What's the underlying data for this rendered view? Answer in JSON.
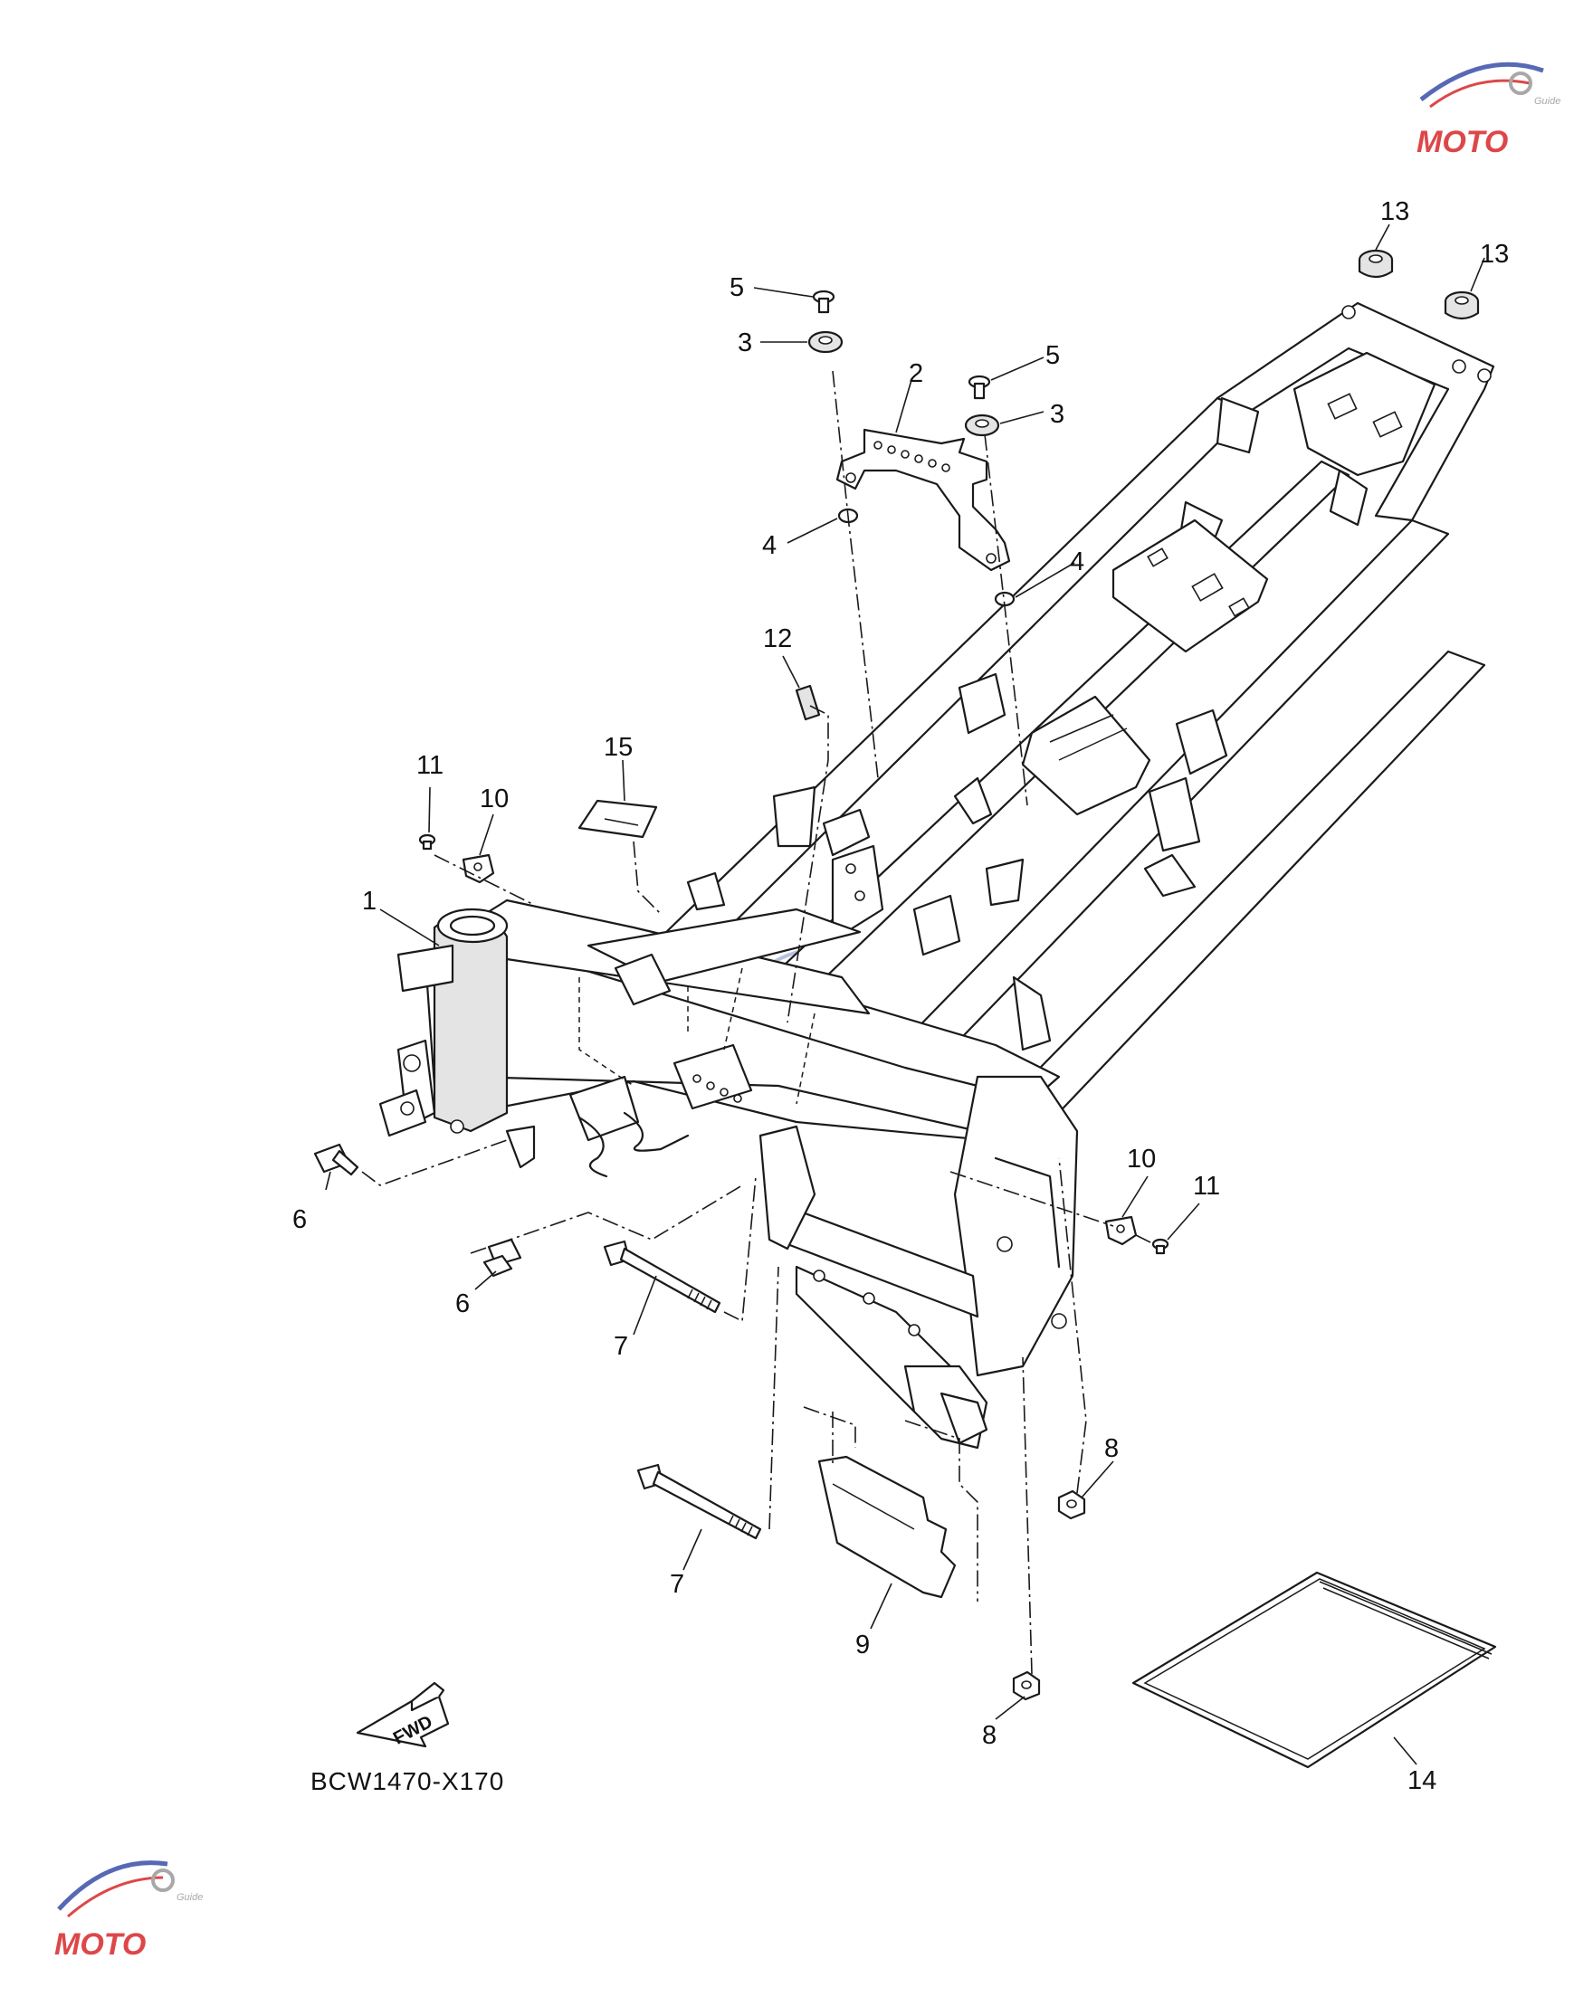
{
  "diagram": {
    "drawing_code": "BCW1470-X170",
    "fwd_label": "FWD",
    "callouts": [
      {
        "id": "c13a",
        "text": "13"
      },
      {
        "id": "c13b",
        "text": "13"
      },
      {
        "id": "c5a",
        "text": "5"
      },
      {
        "id": "c3a",
        "text": "3"
      },
      {
        "id": "c2",
        "text": "2"
      },
      {
        "id": "c5b",
        "text": "5"
      },
      {
        "id": "c3b",
        "text": "3"
      },
      {
        "id": "c4a",
        "text": "4"
      },
      {
        "id": "c4b",
        "text": "4"
      },
      {
        "id": "c12",
        "text": "12"
      },
      {
        "id": "c15",
        "text": "15"
      },
      {
        "id": "c11a",
        "text": "11"
      },
      {
        "id": "c10a",
        "text": "10"
      },
      {
        "id": "c1",
        "text": "1"
      },
      {
        "id": "c6a",
        "text": "6"
      },
      {
        "id": "c6b",
        "text": "6"
      },
      {
        "id": "c7a",
        "text": "7"
      },
      {
        "id": "c10b",
        "text": "10"
      },
      {
        "id": "c11b",
        "text": "11"
      },
      {
        "id": "c8a",
        "text": "8"
      },
      {
        "id": "c7b",
        "text": "7"
      },
      {
        "id": "c9",
        "text": "9"
      },
      {
        "id": "c8b",
        "text": "8"
      },
      {
        "id": "c14",
        "text": "14"
      }
    ]
  },
  "watermark": {
    "brand": "MOTO",
    "sub": "Guide",
    "colors": {
      "red": "#d8282a",
      "blue": "#3a4fa8",
      "gray": "#9a9a9a"
    }
  }
}
